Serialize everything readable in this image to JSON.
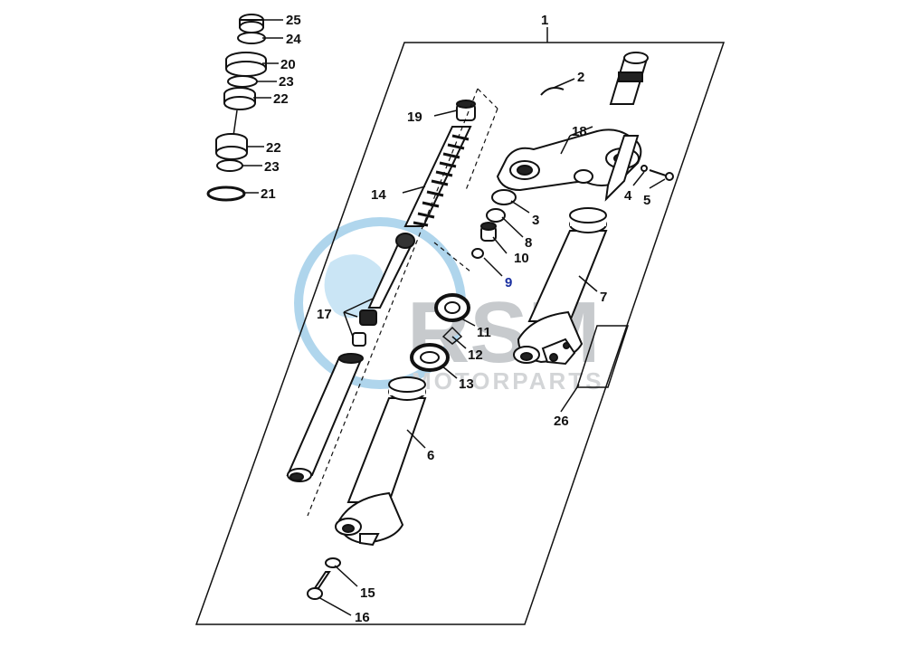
{
  "watermark": {
    "brand": "RSM",
    "sub": "MOTORPARTS",
    "color": "#5aa8d8"
  },
  "callouts": {
    "c1": "1",
    "c2": "2",
    "c3": "3",
    "c4": "4",
    "c5": "5",
    "c6": "6",
    "c7": "7",
    "c8": "8",
    "c9": "9",
    "c10": "10",
    "c11": "11",
    "c12": "12",
    "c13": "13",
    "c14": "14",
    "c15": "15",
    "c16": "16",
    "c17": "17",
    "c18": "18",
    "c19": "19",
    "c20": "20",
    "c21": "21",
    "c22a": "22",
    "c22b": "22",
    "c23a": "23",
    "c23b": "23",
    "c24": "24",
    "c25": "25",
    "c26": "26"
  },
  "colors": {
    "ink": "#111111",
    "highlight_label": "#1a2fa0"
  }
}
